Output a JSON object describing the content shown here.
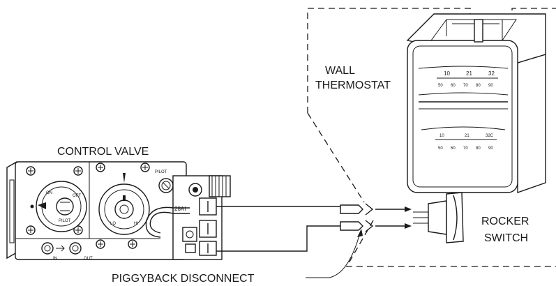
{
  "labels": {
    "control_valve": "CONTROL VALVE",
    "wall_thermostat_line1": "WALL",
    "wall_thermostat_line2": "THERMOSTAT",
    "rocker_switch_line1": "ROCKER",
    "rocker_switch_line2": "SWITCH",
    "piggyback_disconnect": "PIGGYBACK DISCONNECT"
  },
  "valve_markings": {
    "pilot": "PILOT",
    "model": "28AI",
    "inlet": "IN",
    "outlet": "OUT",
    "knob_on": "ON",
    "knob_off": "OFF",
    "knob_pilot": "PILOT",
    "knob_hi": "HI",
    "knob_lo": "LO"
  },
  "thermostat_scale": {
    "upper_row": [
      "10",
      "21",
      "32"
    ],
    "upper_temps": [
      "50",
      "60",
      "70",
      "80",
      "90"
    ],
    "lower_row": [
      "10",
      "21",
      "32C"
    ],
    "lower_temps": [
      "50",
      "60",
      "70",
      "80",
      "90"
    ]
  },
  "colors": {
    "ink": "#1a1a1a",
    "background": "#ffffff"
  }
}
